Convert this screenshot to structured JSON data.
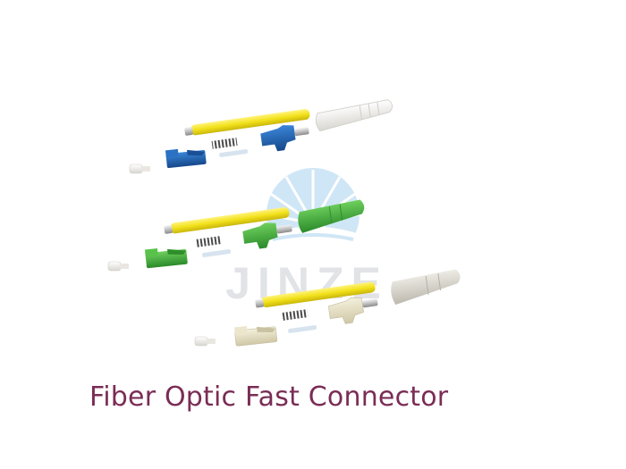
{
  "caption": "Fiber Optic Fast Connector",
  "watermark": {
    "text": "JINZE",
    "colors": {
      "sun": "#8fc4e8",
      "text": "#c9cdd4"
    }
  },
  "colors": {
    "caption": "#7a2d55",
    "fiber_sleeve": "#f2e11a",
    "blue_housing": "#1e5fb0",
    "green_housing": "#3fae3a",
    "beige_housing": "#e6e0c6",
    "white_boot": "#efeeea",
    "green_boot": "#3fae3a",
    "grey_boot": "#d9d6cc",
    "ferrule": "#c8c8c8",
    "spring": "#555555"
  },
  "connector_sets": [
    {
      "name": "blue-lc-connector-kit",
      "housing_color": "blue",
      "boot_color": "white"
    },
    {
      "name": "green-lc-connector-kit",
      "housing_color": "green",
      "boot_color": "green"
    },
    {
      "name": "beige-lc-connector-kit",
      "housing_color": "beige",
      "boot_color": "grey"
    }
  ]
}
